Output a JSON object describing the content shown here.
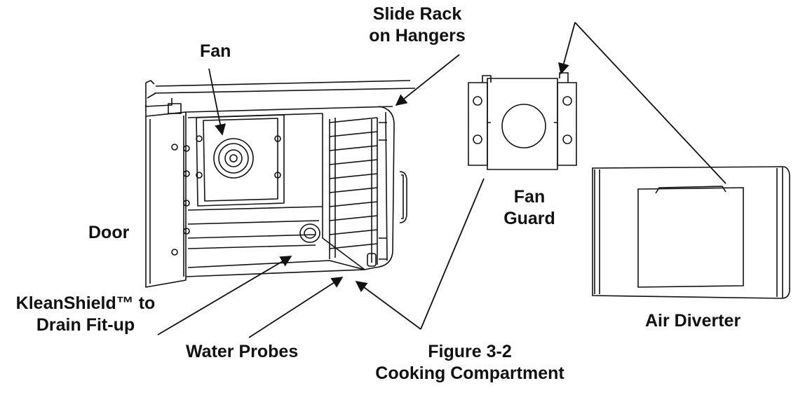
{
  "labels": {
    "slide_rack": [
      "Slide Rack",
      "on Hangers"
    ],
    "fan": "Fan",
    "fan_guard": [
      "Fan",
      "Guard"
    ],
    "door": "Door",
    "kleanshield": [
      "KleanShield™ to",
      "Drain Fit-up"
    ],
    "water_probes": "Water Probes",
    "air_diverter": "Air Diverter",
    "figure_number": "Figure 3-2",
    "figure_caption": "Cooking Compartment"
  },
  "colors": {
    "ink": "#111111",
    "background": "#ffffff"
  }
}
